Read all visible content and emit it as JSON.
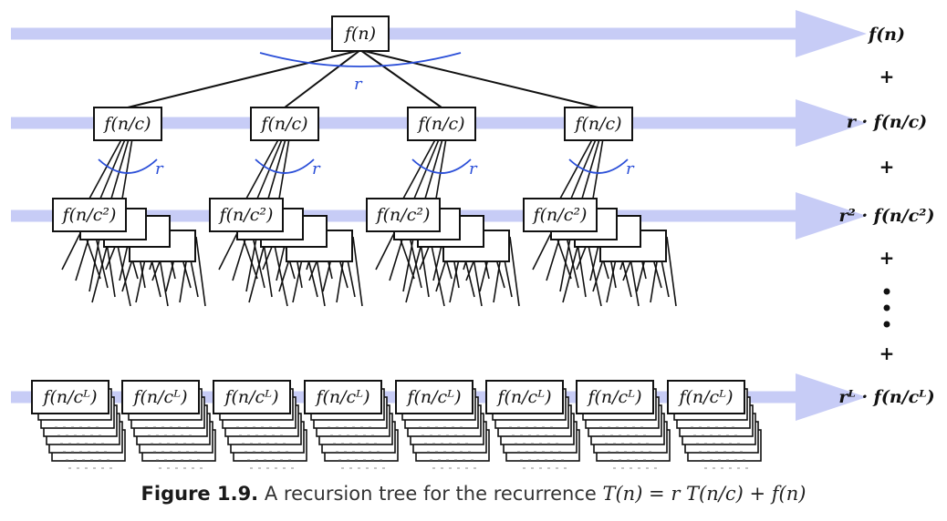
{
  "figure": {
    "label": "Figure 1.9.",
    "caption_text": "A recursion tree for the recurrence",
    "caption_math": "T(n) = r T(n/c) + f(n)"
  },
  "branch_label": "r",
  "levels": [
    {
      "node_label": "f(n)",
      "sum_label": "f(n)"
    },
    {
      "node_label": "f(n/c)",
      "sum_label": "r · f(n/c)"
    },
    {
      "node_label": "f(n/c²)",
      "sum_label": "r² · f(n/c²)"
    },
    {
      "node_label": "f(n/cᴸ)",
      "sum_label": "rᴸ · f(n/cᴸ)"
    }
  ],
  "plus_sign": "+",
  "colors": {
    "arrow": "#c7ccf6",
    "branch_arc": "#2b4fd8",
    "edge": "#111111"
  }
}
